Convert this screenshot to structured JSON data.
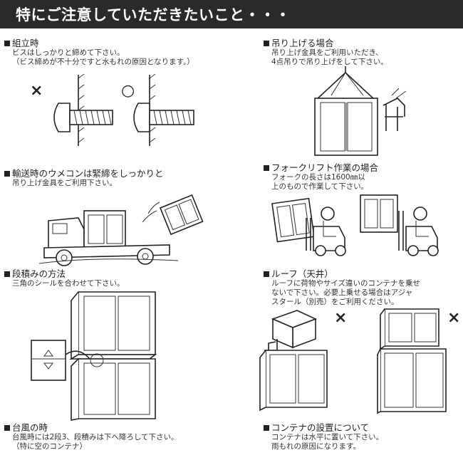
{
  "header": {
    "title": "特にご注意していただきたいこと・・・"
  },
  "sections": {
    "assembly": {
      "title": "組立時",
      "lines": [
        "ビスはしっかりと締めて下さい。",
        "（ビス締めが不十分ですと水もれの原因となります。）"
      ]
    },
    "lifting": {
      "title": "吊り上げる場合",
      "lines": [
        "吊り上げ金具をご利用いただき、",
        "4点吊りで吊り上げをして下さい。"
      ]
    },
    "transport": {
      "title": "輸送時のウメコンは緊締をしっかりと",
      "lines": [
        "吊り上げ金具をご利用下さい。"
      ]
    },
    "forklift": {
      "title": "フォークリフト作業の場合",
      "lines": [
        "フォークの長さは1600㎜以",
        "上のもので作業して下さい。"
      ]
    },
    "stacking": {
      "title": "段積みの方法",
      "lines": [
        "三角のシールを合わせて下さい。"
      ]
    },
    "roof": {
      "title": "ルーフ（天井）",
      "lines": [
        "ルーフに荷物やサイズ違いのコンテナを乗せ",
        "ないで下さい。必要上乗せる場合はアジャ",
        "スタール（別売）をご利用ください。"
      ]
    },
    "typhoon": {
      "title": "台風の時",
      "lines": [
        "台風時には2段3、段積みは下へ降ろして下さい。",
        "（特に空のコンテナ）"
      ]
    },
    "install": {
      "title": "コンテナの設置について",
      "lines": [
        "コンテナは水平に置いて下さい。",
        "雨もれの原因になります。"
      ]
    }
  },
  "marks": {
    "ng": "×",
    "ok": "○"
  }
}
